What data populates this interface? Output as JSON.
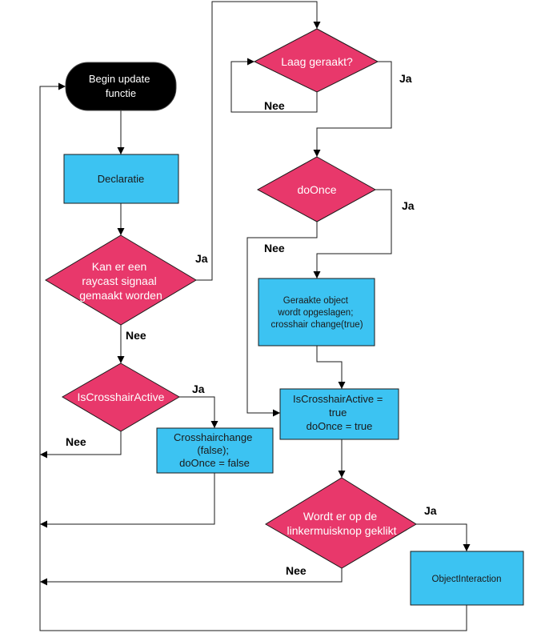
{
  "flowchart": {
    "nodes": {
      "start": {
        "lines": [
          "Begin update",
          "functie"
        ]
      },
      "declaratie": {
        "lines": [
          "Declaratie"
        ]
      },
      "raycast": {
        "lines": [
          "Kan er een",
          "raycast signaal",
          "gemaakt worden"
        ]
      },
      "crosshair_active": {
        "lines": [
          "IsCrosshairActive"
        ]
      },
      "crosshair_change": {
        "lines": [
          "Crosshairchange",
          "(false);",
          "doOnce = false"
        ]
      },
      "laag": {
        "lines": [
          "Laag geraakt?"
        ]
      },
      "doonce": {
        "lines": [
          "doOnce"
        ]
      },
      "geraakt": {
        "lines": [
          "Geraakte object",
          "wordt opgeslagen;",
          "crosshair change(true)"
        ]
      },
      "set_true": {
        "lines": [
          "IsCrosshairActive =",
          "true",
          "doOnce = true"
        ]
      },
      "klik": {
        "lines": [
          "Wordt er op de",
          "linkermuisknop geklikt"
        ]
      },
      "interaction": {
        "lines": [
          "ObjectInteraction"
        ]
      }
    },
    "edge_labels": {
      "raycast_ja": "Ja",
      "raycast_nee": "Nee",
      "crosshair_ja": "Ja",
      "crosshair_nee": "Nee",
      "laag_ja": "Ja",
      "laag_nee": "Nee",
      "doonce_ja": "Ja",
      "doonce_nee": "Nee",
      "klik_ja": "Ja",
      "klik_nee": "Nee"
    }
  }
}
